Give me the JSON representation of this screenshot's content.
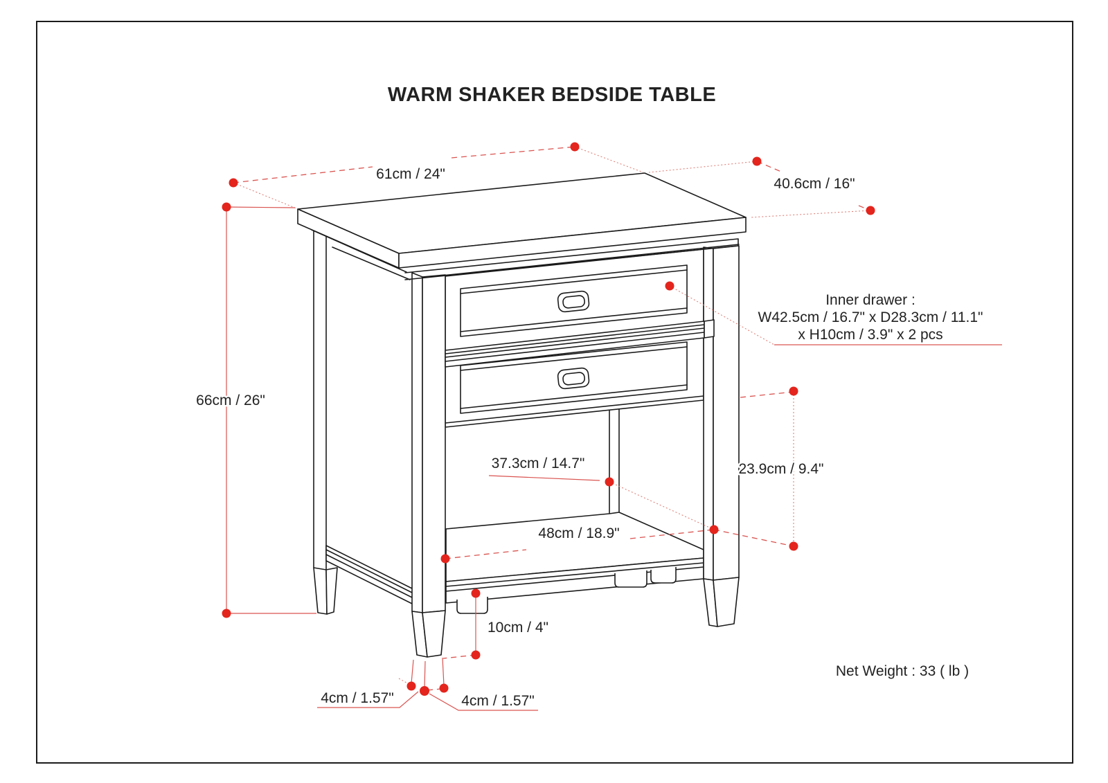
{
  "page": {
    "title": "WARM SHAKER BEDSIDE TABLE",
    "net_weight": "Net Weight : 33 ( lb )"
  },
  "dimensions": {
    "top_width": "61cm / 24\"",
    "top_depth": "40.6cm / 16\"",
    "height": "66cm / 26\"",
    "inner_drawer": {
      "line1": "Inner drawer :",
      "line2": "W42.5cm / 16.7\" x D28.3cm / 11.1\"",
      "line3": "x H10cm / 3.9\" x 2 pcs"
    },
    "shelf_opening_width": "37.3cm / 14.7\"",
    "shelf_opening_height": "23.9cm / 9.4\"",
    "shelf_width": "48cm / 18.9\"",
    "leg_height": "10cm / 4\"",
    "leg_thickness_left": "4cm / 1.57\"",
    "leg_thickness_right": "4cm / 1.57\""
  },
  "colors": {
    "accent_red": "#e3251d",
    "line_red": "#d9534f",
    "ink": "#1b1b1b"
  }
}
